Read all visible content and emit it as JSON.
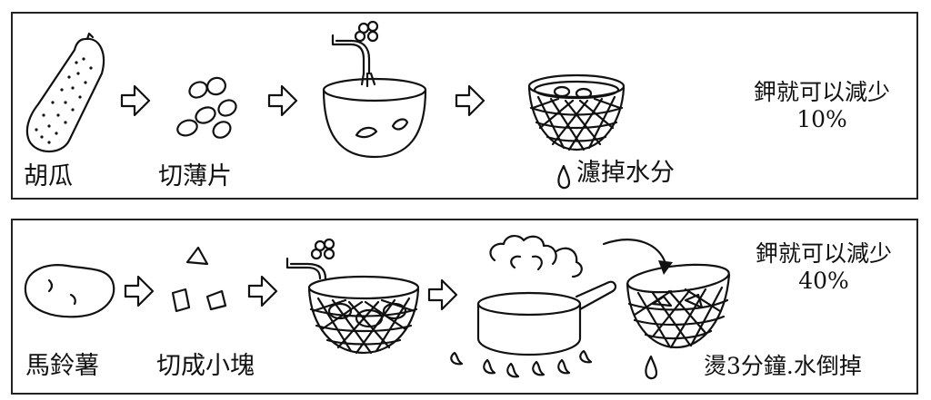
{
  "panel1": {
    "labels": {
      "cucumber": "胡瓜",
      "slice": "切薄片",
      "drain": "濾掉水分"
    },
    "result": {
      "line1": "鉀就可以減少",
      "line2": "10%"
    }
  },
  "panel2": {
    "labels": {
      "potato": "馬鈴薯",
      "cut": "切成小塊",
      "boil": "燙3分鐘.水倒掉"
    },
    "result": {
      "line1": "鉀就可以減少",
      "line2": "40%"
    }
  },
  "icons": {
    "cucumber": "cucumber-icon",
    "slices": "sliced-pieces-icon",
    "bowl_tap": "bowl-under-faucet-icon",
    "basket": "strainer-basket-icon",
    "potato": "potato-icon",
    "chunks": "potato-chunks-icon",
    "pot": "pot-on-fire-icon",
    "arrow": "right-arrow-icon",
    "drop": "water-drop-icon"
  }
}
